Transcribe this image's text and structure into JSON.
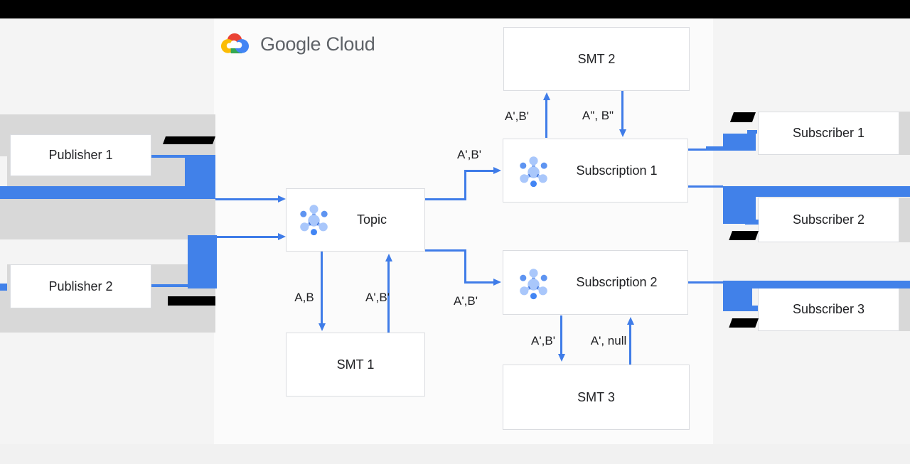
{
  "brand": {
    "name": "Google Cloud",
    "logo_icon": "google-cloud-logo"
  },
  "nodes": {
    "publisher1": "Publisher 1",
    "publisher2": "Publisher 2",
    "topic": "Topic",
    "smt1": "SMT 1",
    "smt2": "SMT 2",
    "smt3": "SMT 3",
    "subscription1": "Subscription 1",
    "subscription2": "Subscription 2",
    "subscriber1": "Subscriber 1",
    "subscriber2": "Subscriber 2",
    "subscriber3": "Subscriber 3"
  },
  "edge_labels": {
    "topic_to_subscription1": "A',B'",
    "topic_to_subscription2": "A',B'",
    "topic_to_smt1": "A,B",
    "smt1_to_topic": "A',B'",
    "subscription1_to_smt2": "A',B'",
    "smt2_to_subscription1": "A\", B\"",
    "subscription2_to_smt3": "A',B'",
    "smt3_to_subscription2": "A', null"
  },
  "colors": {
    "arrow_blue": "#3f7ce8",
    "redaction_blue": "#4181e9",
    "redaction_black": "#000000",
    "band_gray": "#d8d8d8",
    "canvas_bg": "#fbfbfb",
    "page_bg": "#f4f4f4",
    "node_text": "#202124",
    "brand_text": "#5f6368",
    "logo_red": "#ea4335",
    "logo_yellow": "#fbbc05",
    "logo_green": "#34a853",
    "logo_blue": "#4285f4",
    "pubsub_icon_light": "#a9c7fb",
    "pubsub_icon_mid": "#5e94f1",
    "pubsub_icon_dark": "#4285f4"
  }
}
